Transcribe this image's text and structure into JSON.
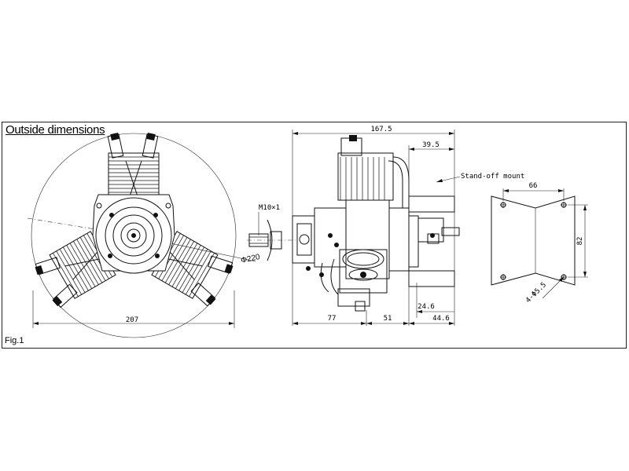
{
  "title": "Outside dimensions",
  "figure_label": "Fig.1",
  "front_view": {
    "width_label": "207",
    "prop_diameter_label": "Φ220"
  },
  "side_view": {
    "overall_length_label": "167.5",
    "mount_depth_label": "39.5",
    "thread_label": "M10×1",
    "front_section_label": "77",
    "middle_section_label": "51",
    "rear_section_label": "44.6",
    "flange_label": "24.6",
    "standoff_label": "Stand-off mount"
  },
  "mount_view": {
    "hole_spacing_label": "66",
    "height_label": "82",
    "hole_spec_label": "4-Φ5.5"
  }
}
